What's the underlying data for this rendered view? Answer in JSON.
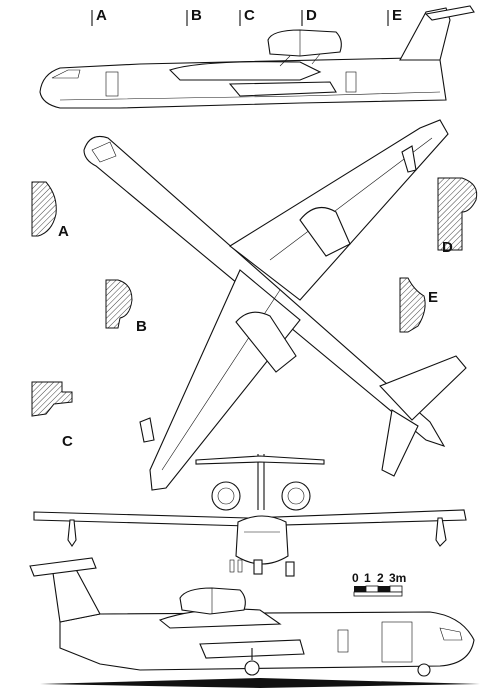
{
  "section_markers": [
    "A",
    "B",
    "C",
    "D",
    "E"
  ],
  "section_labels": {
    "a": "A",
    "b": "B",
    "c": "C",
    "d": "D",
    "e": "E"
  },
  "scale_bar": {
    "ticks": [
      "0",
      "1",
      "2",
      "3m"
    ]
  }
}
